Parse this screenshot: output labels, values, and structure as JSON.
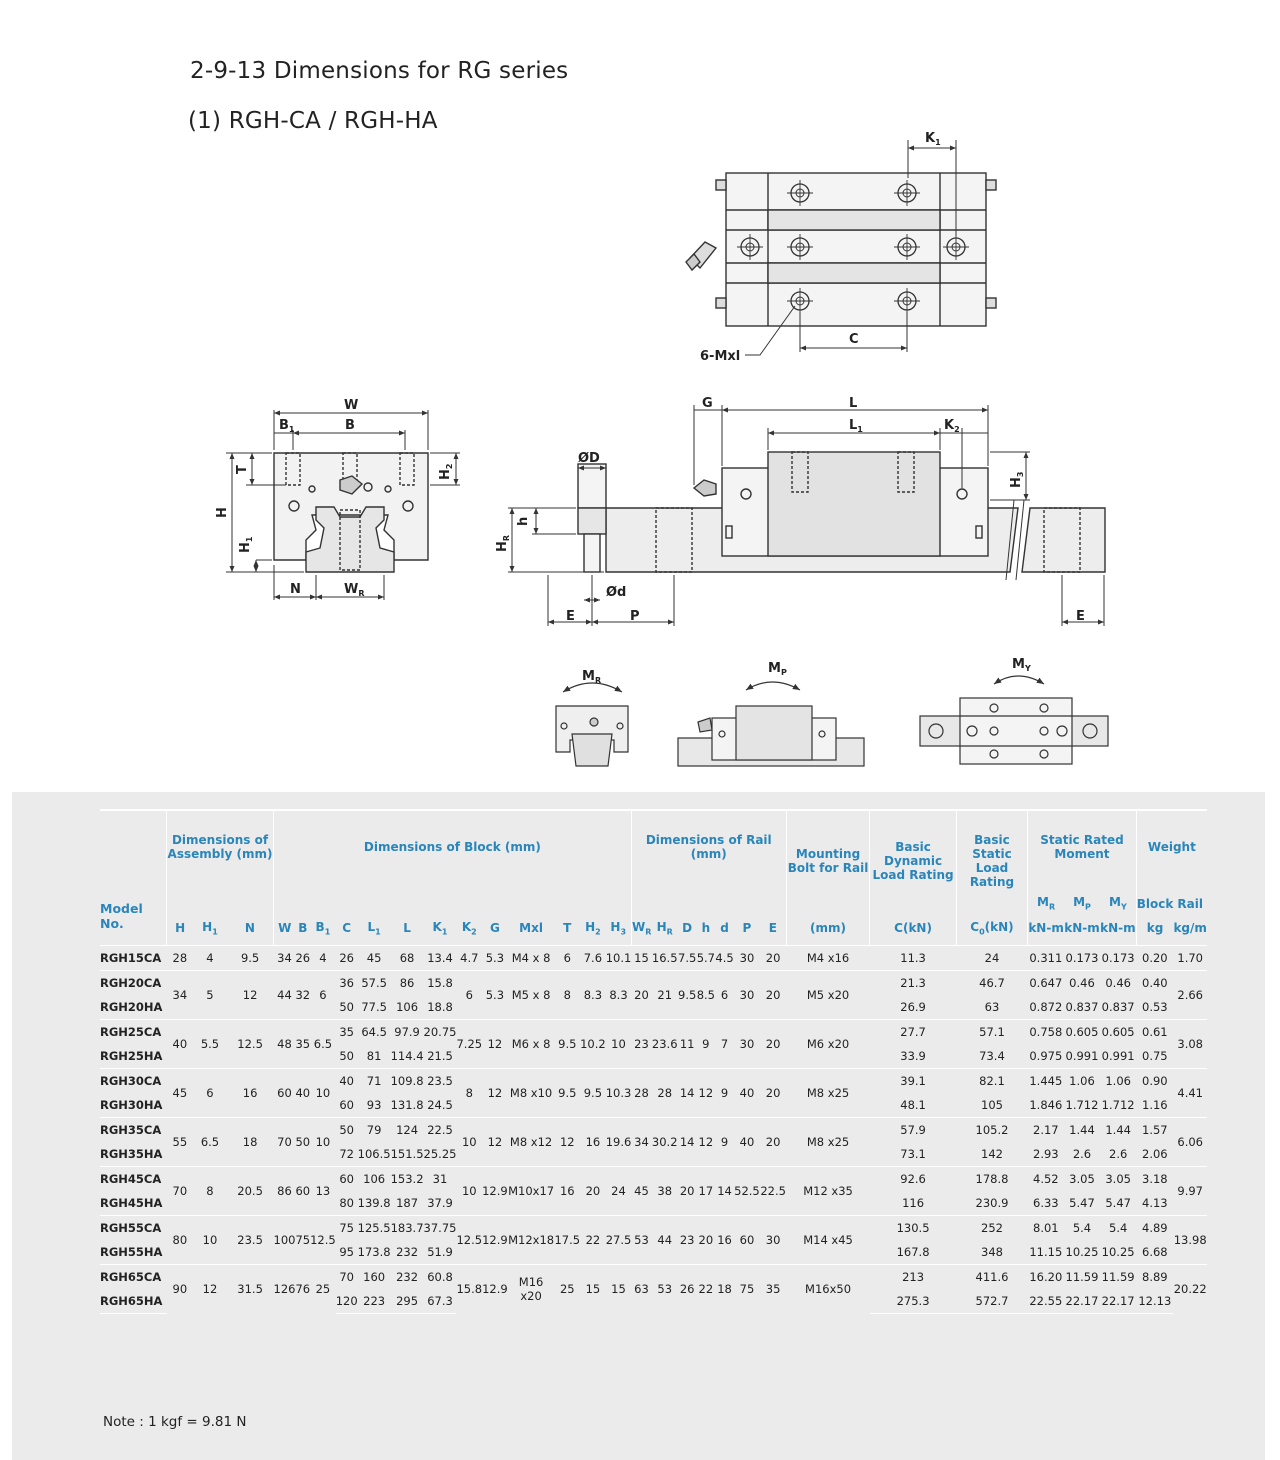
{
  "page": {
    "title": "2-9-13 Dimensions for RG series",
    "subtitle": "(1) RGH-CA / RGH-HA",
    "note": "Note : 1 kgf = 9.81 N"
  },
  "drawing": {
    "labels": {
      "K1": "K",
      "K1_sub": "1",
      "mxl": "6-Mxl",
      "C": "C",
      "W": "W",
      "B1": "B",
      "B1_sub": "1",
      "B": "B",
      "T": "T",
      "H2": "H",
      "H2_sub": "2",
      "H": "H",
      "H1": "H",
      "H1_sub": "1",
      "N": "N",
      "WR": "W",
      "WR_sub": "R",
      "G": "G",
      "L": "L",
      "L1": "L",
      "L1_sub": "1",
      "K2": "K",
      "K2_sub": "2",
      "H3": "H",
      "H3_sub": "3",
      "OD": "ØD",
      "h": "h",
      "HR": "H",
      "HR_sub": "R",
      "od": "Ød",
      "E": "E",
      "P": "P",
      "E2": "E",
      "MR": "M",
      "MR_sub": "R",
      "MP": "M",
      "MP_sub": "P",
      "MY": "M",
      "MY_sub": "Y"
    }
  },
  "table": {
    "headers": {
      "model": "Model No.",
      "assembly": "Dimensions of Assembly (mm)",
      "block": "Dimensions of Block (mm)",
      "rail": "Dimensions of Rail (mm)",
      "bolt": "Mounting Bolt for Rail",
      "dyn": "Basic Dynamic Load Rating",
      "stat": "Basic Static Load Rating",
      "moment": "Static Rated Moment",
      "weight": "Weight",
      "mr": "MR",
      "mp": "MP",
      "my": "MY",
      "block_w": "Block",
      "rail_w": "Rail",
      "cols": [
        "H",
        "H1",
        "N",
        "W",
        "B",
        "B1",
        "C",
        "L1",
        "L",
        "K1",
        "K2",
        "G",
        "Mxl",
        "T",
        "H2",
        "H3",
        "WR",
        "HR",
        "D",
        "h",
        "d",
        "P",
        "E",
        "(mm)",
        "C(kN)",
        "C0(kN)",
        "kN-m",
        "kN-m",
        "kN-m",
        "kg",
        "kg/m"
      ]
    },
    "groups": [
      {
        "shared": {
          "H": "28",
          "H1": "4",
          "N": "9.5",
          "W": "34",
          "B": "26",
          "B1": "4",
          "K2": "4.7",
          "G": "5.3",
          "Mxl": "M4 x 8",
          "T": "6",
          "H2": "7.6",
          "H3": "10.1",
          "WR": "15",
          "HR": "16.5",
          "D": "7.5",
          "h": "5.7",
          "d": "4.5",
          "P": "30",
          "E": "20",
          "bolt": "M4 x16",
          "rail_kg": "1.70"
        },
        "rows": [
          {
            "model": "RGH15CA",
            "C": "26",
            "L1": "45",
            "L": "68",
            "K1": "13.4",
            "Cd": "11.3",
            "C0": "24",
            "MR": "0.311",
            "MP": "0.173",
            "MY": "0.173",
            "block_kg": "0.20"
          }
        ]
      },
      {
        "shared": {
          "H": "34",
          "H1": "5",
          "N": "12",
          "W": "44",
          "B": "32",
          "B1": "6",
          "K2": "6",
          "G": "5.3",
          "Mxl": "M5 x 8",
          "T": "8",
          "H2": "8.3",
          "H3": "8.3",
          "WR": "20",
          "HR": "21",
          "D": "9.5",
          "h": "8.5",
          "d": "6",
          "P": "30",
          "E": "20",
          "bolt": "M5 x20",
          "rail_kg": "2.66"
        },
        "rows": [
          {
            "model": "RGH20CA",
            "C": "36",
            "L1": "57.5",
            "L": "86",
            "K1": "15.8",
            "Cd": "21.3",
            "C0": "46.7",
            "MR": "0.647",
            "MP": "0.46",
            "MY": "0.46",
            "block_kg": "0.40"
          },
          {
            "model": "RGH20HA",
            "C": "50",
            "L1": "77.5",
            "L": "106",
            "K1": "18.8",
            "Cd": "26.9",
            "C0": "63",
            "MR": "0.872",
            "MP": "0.837",
            "MY": "0.837",
            "block_kg": "0.53"
          }
        ]
      },
      {
        "shared": {
          "H": "40",
          "H1": "5.5",
          "N": "12.5",
          "W": "48",
          "B": "35",
          "B1": "6.5",
          "K2": "7.25",
          "G": "12",
          "Mxl": "M6 x 8",
          "T": "9.5",
          "H2": "10.2",
          "H3": "10",
          "WR": "23",
          "HR": "23.6",
          "D": "11",
          "h": "9",
          "d": "7",
          "P": "30",
          "E": "20",
          "bolt": "M6 x20",
          "rail_kg": "3.08"
        },
        "rows": [
          {
            "model": "RGH25CA",
            "C": "35",
            "L1": "64.5",
            "L": "97.9",
            "K1": "20.75",
            "Cd": "27.7",
            "C0": "57.1",
            "MR": "0.758",
            "MP": "0.605",
            "MY": "0.605",
            "block_kg": "0.61"
          },
          {
            "model": "RGH25HA",
            "C": "50",
            "L1": "81",
            "L": "114.4",
            "K1": "21.5",
            "Cd": "33.9",
            "C0": "73.4",
            "MR": "0.975",
            "MP": "0.991",
            "MY": "0.991",
            "block_kg": "0.75"
          }
        ]
      },
      {
        "shared": {
          "H": "45",
          "H1": "6",
          "N": "16",
          "W": "60",
          "B": "40",
          "B1": "10",
          "K2": "8",
          "G": "12",
          "Mxl": "M8 x10",
          "T": "9.5",
          "H2": "9.5",
          "H3": "10.3",
          "WR": "28",
          "HR": "28",
          "D": "14",
          "h": "12",
          "d": "9",
          "P": "40",
          "E": "20",
          "bolt": "M8 x25",
          "rail_kg": "4.41"
        },
        "rows": [
          {
            "model": "RGH30CA",
            "C": "40",
            "L1": "71",
            "L": "109.8",
            "K1": "23.5",
            "Cd": "39.1",
            "C0": "82.1",
            "MR": "1.445",
            "MP": "1.06",
            "MY": "1.06",
            "block_kg": "0.90"
          },
          {
            "model": "RGH30HA",
            "C": "60",
            "L1": "93",
            "L": "131.8",
            "K1": "24.5",
            "Cd": "48.1",
            "C0": "105",
            "MR": "1.846",
            "MP": "1.712",
            "MY": "1.712",
            "block_kg": "1.16"
          }
        ]
      },
      {
        "shared": {
          "H": "55",
          "H1": "6.5",
          "N": "18",
          "W": "70",
          "B": "50",
          "B1": "10",
          "K2": "10",
          "G": "12",
          "Mxl": "M8 x12",
          "T": "12",
          "H2": "16",
          "H3": "19.6",
          "WR": "34",
          "HR": "30.2",
          "D": "14",
          "h": "12",
          "d": "9",
          "P": "40",
          "E": "20",
          "bolt": "M8 x25",
          "rail_kg": "6.06"
        },
        "rows": [
          {
            "model": "RGH35CA",
            "C": "50",
            "L1": "79",
            "L": "124",
            "K1": "22.5",
            "Cd": "57.9",
            "C0": "105.2",
            "MR": "2.17",
            "MP": "1.44",
            "MY": "1.44",
            "block_kg": "1.57"
          },
          {
            "model": "RGH35HA",
            "C": "72",
            "L1": "106.5",
            "L": "151.5",
            "K1": "25.25",
            "Cd": "73.1",
            "C0": "142",
            "MR": "2.93",
            "MP": "2.6",
            "MY": "2.6",
            "block_kg": "2.06"
          }
        ]
      },
      {
        "shared": {
          "H": "70",
          "H1": "8",
          "N": "20.5",
          "W": "86",
          "B": "60",
          "B1": "13",
          "K2": "10",
          "G": "12.9",
          "Mxl": "M10x17",
          "T": "16",
          "H2": "20",
          "H3": "24",
          "WR": "45",
          "HR": "38",
          "D": "20",
          "h": "17",
          "d": "14",
          "P": "52.5",
          "E": "22.5",
          "bolt": "M12 x35",
          "rail_kg": "9.97"
        },
        "rows": [
          {
            "model": "RGH45CA",
            "C": "60",
            "L1": "106",
            "L": "153.2",
            "K1": "31",
            "Cd": "92.6",
            "C0": "178.8",
            "MR": "4.52",
            "MP": "3.05",
            "MY": "3.05",
            "block_kg": "3.18"
          },
          {
            "model": "RGH45HA",
            "C": "80",
            "L1": "139.8",
            "L": "187",
            "K1": "37.9",
            "Cd": "116",
            "C0": "230.9",
            "MR": "6.33",
            "MP": "5.47",
            "MY": "5.47",
            "block_kg": "4.13"
          }
        ]
      },
      {
        "shared": {
          "H": "80",
          "H1": "10",
          "N": "23.5",
          "W": "100",
          "B": "75",
          "B1": "12.5",
          "K2": "12.5",
          "G": "12.9",
          "Mxl": "M12x18",
          "T": "17.5",
          "H2": "22",
          "H3": "27.5",
          "WR": "53",
          "HR": "44",
          "D": "23",
          "h": "20",
          "d": "16",
          "P": "60",
          "E": "30",
          "bolt": "M14 x45",
          "rail_kg": "13.98"
        },
        "rows": [
          {
            "model": "RGH55CA",
            "C": "75",
            "L1": "125.5",
            "L": "183.7",
            "K1": "37.75",
            "Cd": "130.5",
            "C0": "252",
            "MR": "8.01",
            "MP": "5.4",
            "MY": "5.4",
            "block_kg": "4.89"
          },
          {
            "model": "RGH55HA",
            "C": "95",
            "L1": "173.8",
            "L": "232",
            "K1": "51.9",
            "Cd": "167.8",
            "C0": "348",
            "MR": "11.15",
            "MP": "10.25",
            "MY": "10.25",
            "block_kg": "6.68"
          }
        ]
      },
      {
        "shared": {
          "H": "90",
          "H1": "12",
          "N": "31.5",
          "W": "126",
          "B": "76",
          "B1": "25",
          "K2": "15.8",
          "G": "12.9",
          "Mxl": "M16 x20",
          "T": "25",
          "H2": "15",
          "H3": "15",
          "WR": "63",
          "HR": "53",
          "D": "26",
          "h": "22",
          "d": "18",
          "P": "75",
          "E": "35",
          "bolt": "M16x50",
          "rail_kg": "20.22"
        },
        "rows": [
          {
            "model": "RGH65CA",
            "C": "70",
            "L1": "160",
            "L": "232",
            "K1": "60.8",
            "Cd": "213",
            "C0": "411.6",
            "MR": "16.20",
            "MP": "11.59",
            "MY": "11.59",
            "block_kg": "8.89"
          },
          {
            "model": "RGH65HA",
            "C": "120",
            "L1": "223",
            "L": "295",
            "K1": "67.3",
            "Cd": "275.3",
            "C0": "572.7",
            "MR": "22.55",
            "MP": "22.17",
            "MY": "22.17",
            "block_kg": "12.13"
          }
        ]
      }
    ]
  }
}
